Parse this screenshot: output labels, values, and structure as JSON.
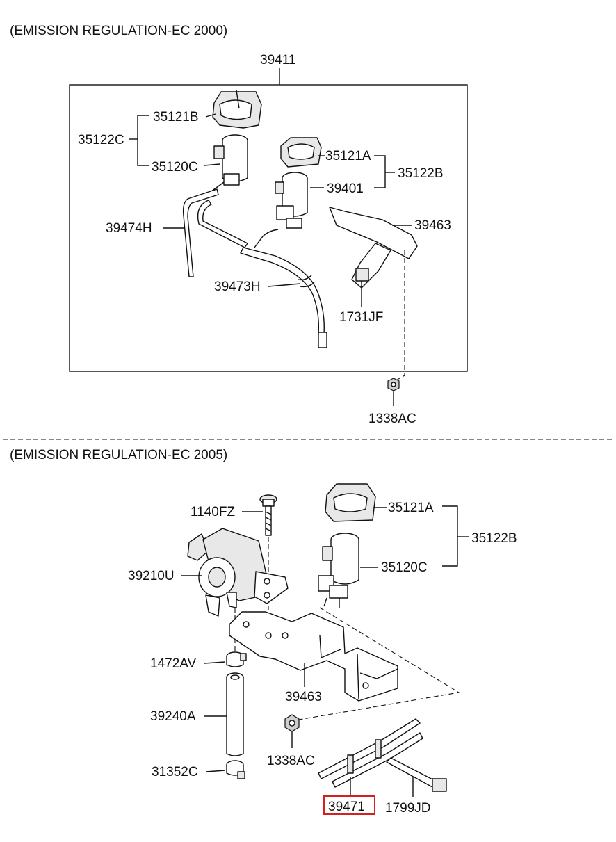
{
  "sections": {
    "top_title": "(EMISSION REGULATION-EC 2000)",
    "bottom_title": "(EMISSION REGULATION-EC 2005)"
  },
  "labels": {
    "p39411": "39411",
    "p35121B": "35121B",
    "p35122C": "35122C",
    "p35120C_top": "35120C",
    "p35121A_top": "35121A",
    "p35122B_top": "35122B",
    "p39401": "39401",
    "p39474H": "39474H",
    "p39463_top": "39463",
    "p39473H": "39473H",
    "p1731JF": "1731JF",
    "p1338AC_top": "1338AC",
    "p1140FZ": "1140FZ",
    "p35121A_bot": "35121A",
    "p35122B_bot": "35122B",
    "p39210U": "39210U",
    "p35120C_bot": "35120C",
    "p1472AV": "1472AV",
    "p39463_bot": "39463",
    "p39240A": "39240A",
    "p1338AC_bot": "1338AC",
    "p31352C": "31352C",
    "p39471": "39471",
    "p1799JD": "1799JD"
  },
  "highlight": {
    "color": "#d62020",
    "part": "39471"
  }
}
